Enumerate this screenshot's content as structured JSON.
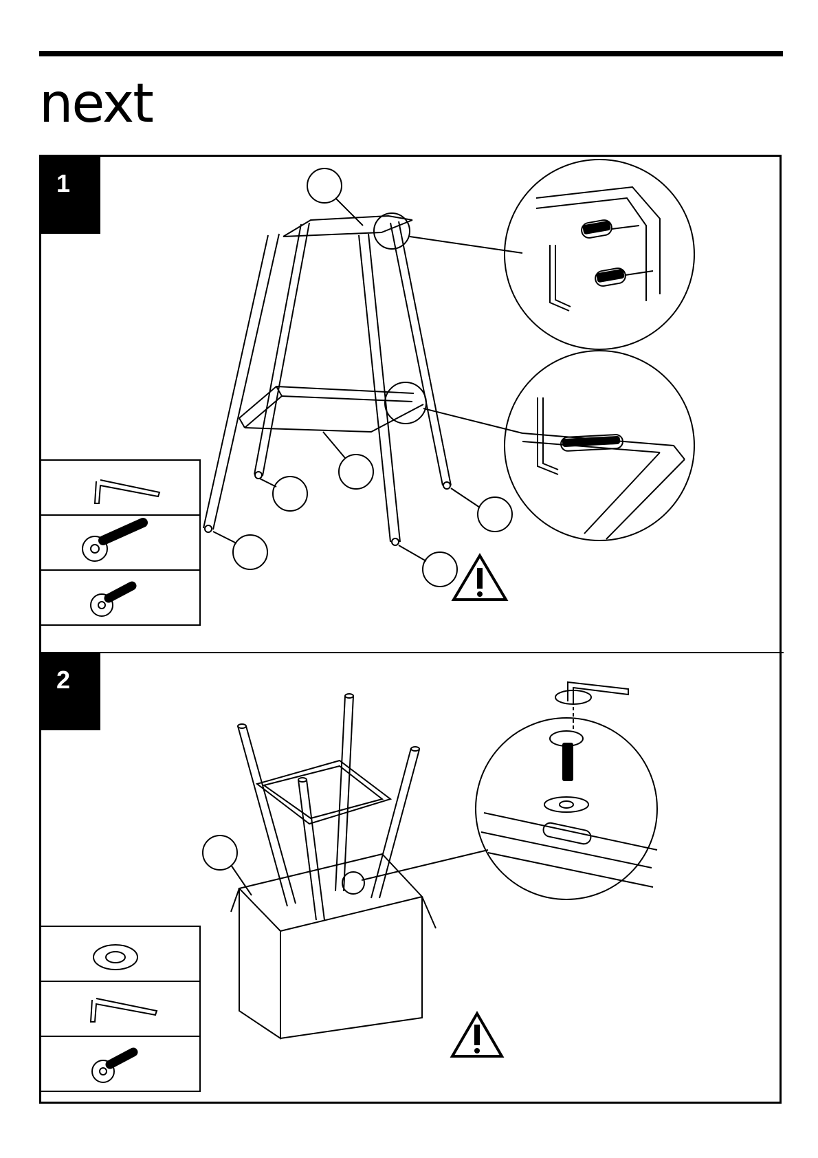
{
  "brand": {
    "logo_text": "next"
  },
  "steps": [
    {
      "number": "1"
    },
    {
      "number": "2"
    }
  ],
  "icons": {
    "warning": "warning-triangle-icon",
    "allen_key": "allen-key-icon",
    "long_bolt": "long-bolt-icon",
    "short_bolt": "short-bolt-icon",
    "washer": "washer-icon"
  }
}
